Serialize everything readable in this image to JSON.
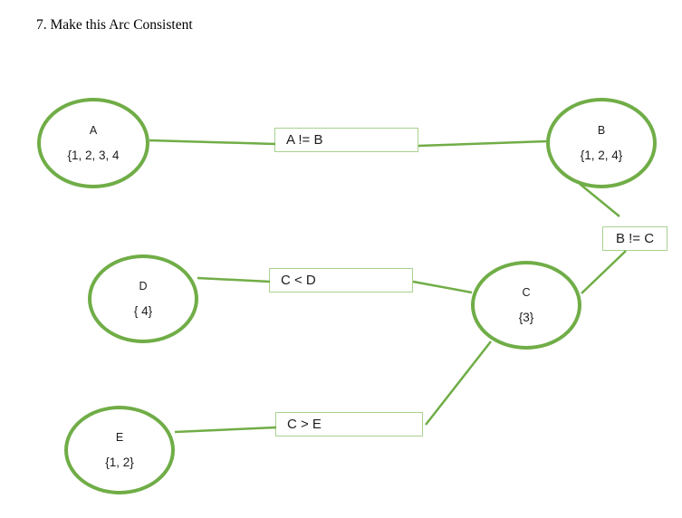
{
  "page": {
    "title": "7. Make this Arc Consistent"
  },
  "colors": {
    "node_stroke": "#70AD47",
    "edge_stroke": "#70AD47",
    "box_border": "#A9D18E",
    "text": "#1c1c1c",
    "bg": "#ffffff"
  },
  "nodes": [
    {
      "id": "A",
      "label": "A",
      "domain": "{1, 2, 3, 4"
    },
    {
      "id": "B",
      "label": "B",
      "domain": "{1, 2, 4}"
    },
    {
      "id": "D",
      "label": "D",
      "domain": "{ 4}"
    },
    {
      "id": "C",
      "label": "C",
      "domain": "{3}"
    },
    {
      "id": "E",
      "label": "E",
      "domain": "{1, 2}"
    }
  ],
  "constraints": [
    {
      "between": "A-B",
      "label": "A != B"
    },
    {
      "between": "C-D",
      "label": "C < D"
    },
    {
      "between": "B-C",
      "label": "B != C"
    },
    {
      "between": "C-E",
      "label": "C > E"
    }
  ]
}
